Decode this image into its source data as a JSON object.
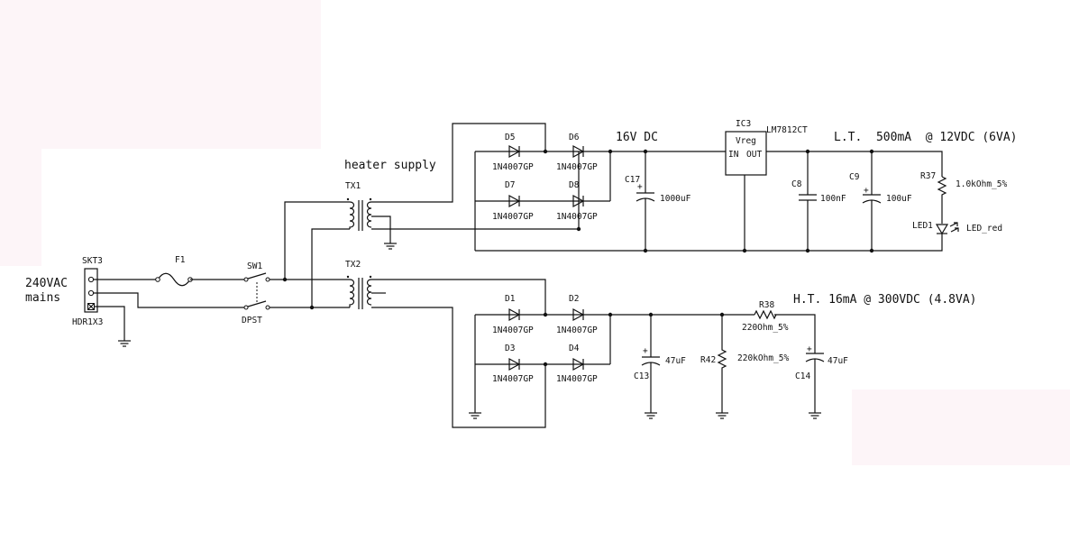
{
  "labels": {
    "mains_line1": "240VAC",
    "mains_line2": "mains",
    "skt3": "SKT3",
    "hdr": "HDR1X3",
    "f1": "F1",
    "sw1": "SW1",
    "dpst": "DPST",
    "tx1": "TX1",
    "tx2": "TX2",
    "heater_supply": "heater supply",
    "d5": "D5",
    "d6": "D6",
    "d7": "D7",
    "d8": "D8",
    "d1": "D1",
    "d2": "D2",
    "d3": "D3",
    "d4": "D4",
    "diode_part": "1N4007GP",
    "dc16": "16V DC",
    "c17": "C17",
    "c17_val": "1000uF",
    "ic3": "IC3",
    "ic3_part": "LM7812CT",
    "vreg": "Vreg",
    "vreg_in": "IN",
    "vreg_out": "OUT",
    "c8": "C8",
    "c8_val": "100nF",
    "c9": "C9",
    "c9_val": "100uF",
    "lt_spec": "L.T.  500mA  @ 12VDC (6VA)",
    "r37": "R37",
    "r37_val": "1.0kOhm_5%",
    "led1": "LED1",
    "led_val": "LED_red",
    "ht_spec": "H.T. 16mA @ 300VDC (4.8VA)",
    "r38": "R38",
    "r38_val": "220Ohm_5%",
    "c13": "C13",
    "c13_val": "47uF",
    "r42": "R42",
    "r42_val": "220kOhm_5%",
    "c14": "C14",
    "c14_val": "47uF",
    "plus": "+"
  },
  "colors": {
    "wire": "#111111",
    "background": "#ffffff",
    "tint": "#fdf5f8"
  }
}
